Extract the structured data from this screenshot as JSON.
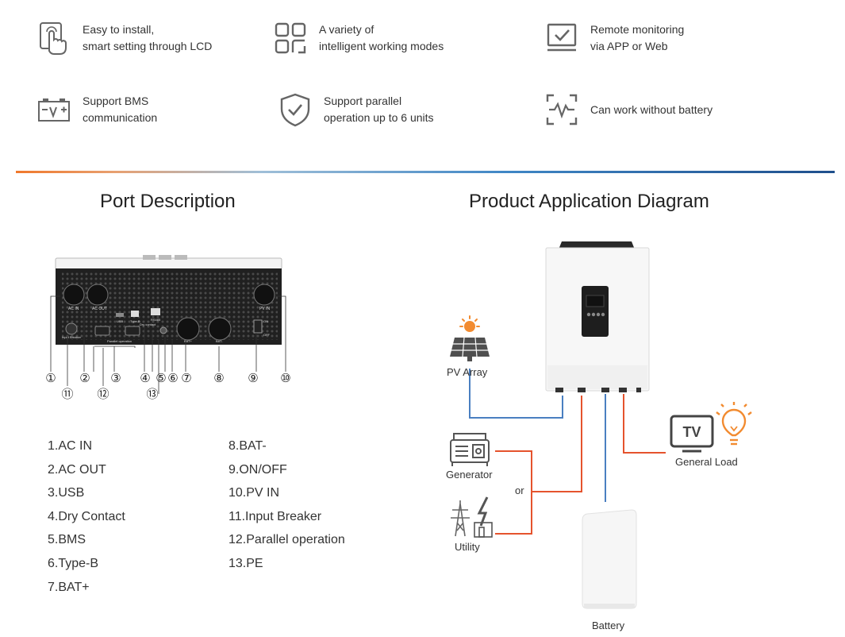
{
  "features": [
    {
      "icon": "touch-hand-icon",
      "lines": [
        "Easy to install,",
        "smart setting through LCD"
      ]
    },
    {
      "icon": "grid-modes-icon",
      "lines": [
        "A variety of",
        "intelligent working modes"
      ]
    },
    {
      "icon": "monitor-check-icon",
      "lines": [
        "Remote monitoring",
        "via APP or Web"
      ]
    },
    {
      "icon": "battery-icon",
      "lines": [
        "Support BMS",
        "communication"
      ]
    },
    {
      "icon": "shield-check-icon",
      "lines": [
        "Support parallel",
        "operation up to 6 units"
      ]
    },
    {
      "icon": "waveform-icon",
      "lines": [
        "Can work without battery"
      ]
    }
  ],
  "port_section": {
    "title": "Port Description",
    "panel_labels": {
      "ac_in": "AC IN",
      "ac_out": "AC OUT",
      "pv_in": "PV IN",
      "usb": "USB",
      "type_b": "Type-B",
      "rs485": "RS485",
      "dry_contact": "Dry contact",
      "bat_plus": "BAT+",
      "bat_minus": "BAT-",
      "on": "ON",
      "off": "OFF",
      "input_breaker": "Input Breaker",
      "parallel": "Parallel operation"
    },
    "callouts_top": [
      "①",
      "②",
      "③",
      "④",
      "⑤",
      "⑥",
      "⑦",
      "⑧",
      "⑨",
      "⑩"
    ],
    "callouts_bottom": [
      "⑪",
      "⑫",
      "⑬"
    ],
    "legend_left": [
      "1.AC IN",
      "2.AC OUT",
      "3.USB",
      "4.Dry Contact",
      "5.BMS",
      "6.Type-B",
      "7.BAT+"
    ],
    "legend_right": [
      "8.BAT-",
      "9.ON/OFF",
      "10.PV IN",
      "11.Input Breaker",
      "12.Parallel  operation",
      "13.PE"
    ]
  },
  "app_section": {
    "title": "Product Application Diagram",
    "labels": {
      "pv_array": "PV Array",
      "generator": "Generator",
      "or": "or",
      "utility": "Utility",
      "general_load": "General Load",
      "battery": "Battery",
      "tv": "TV"
    },
    "colors": {
      "dc_line": "#4a7fc1",
      "ac_line": "#e5532d",
      "accent_orange": "#f28b30"
    }
  }
}
